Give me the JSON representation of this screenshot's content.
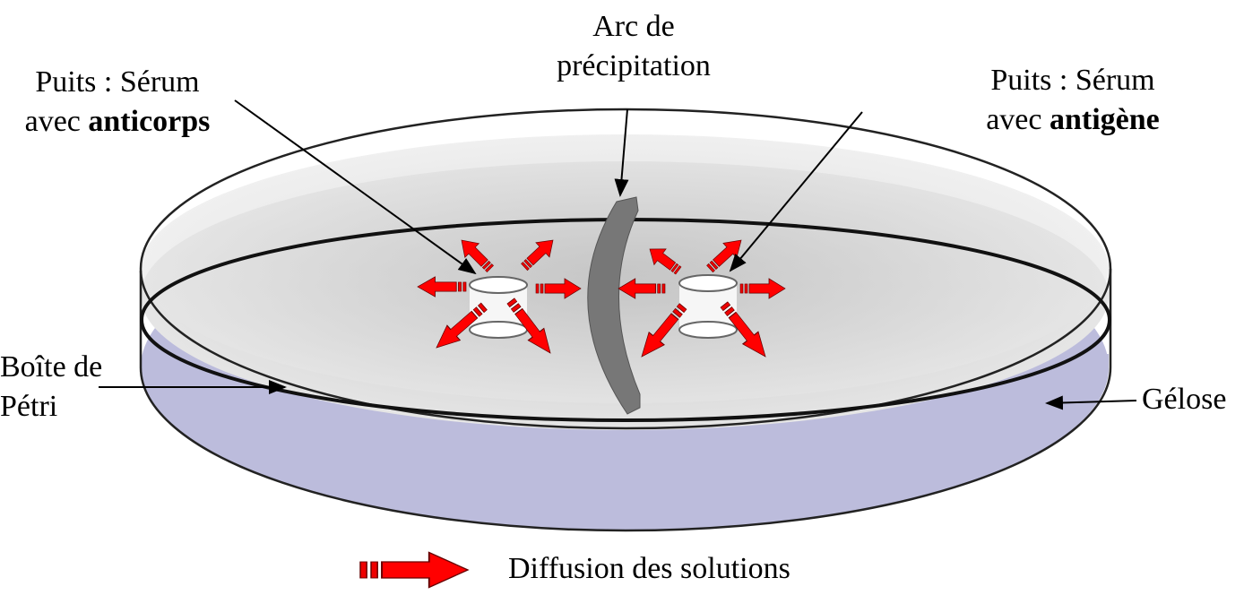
{
  "labels": {
    "arc_line1": "Arc de",
    "arc_line2": "précipitation",
    "left_well_line1": "Puits : Sérum",
    "left_well_line2_prefix": "avec ",
    "left_well_line2_bold": "anticorps",
    "right_well_line1": "Puits : Sérum",
    "right_well_line2_prefix": "avec ",
    "right_well_line2_bold": "antigène",
    "dish_line1": "Boîte de",
    "dish_line2": "Pétri",
    "agar": "Gélose"
  },
  "legend": {
    "label": "Diffusion des solutions"
  },
  "colors": {
    "arrow": "#ff0000",
    "agar_side": "#bcbcdc",
    "arc": "#777777",
    "surface": "#d8d8d8"
  }
}
